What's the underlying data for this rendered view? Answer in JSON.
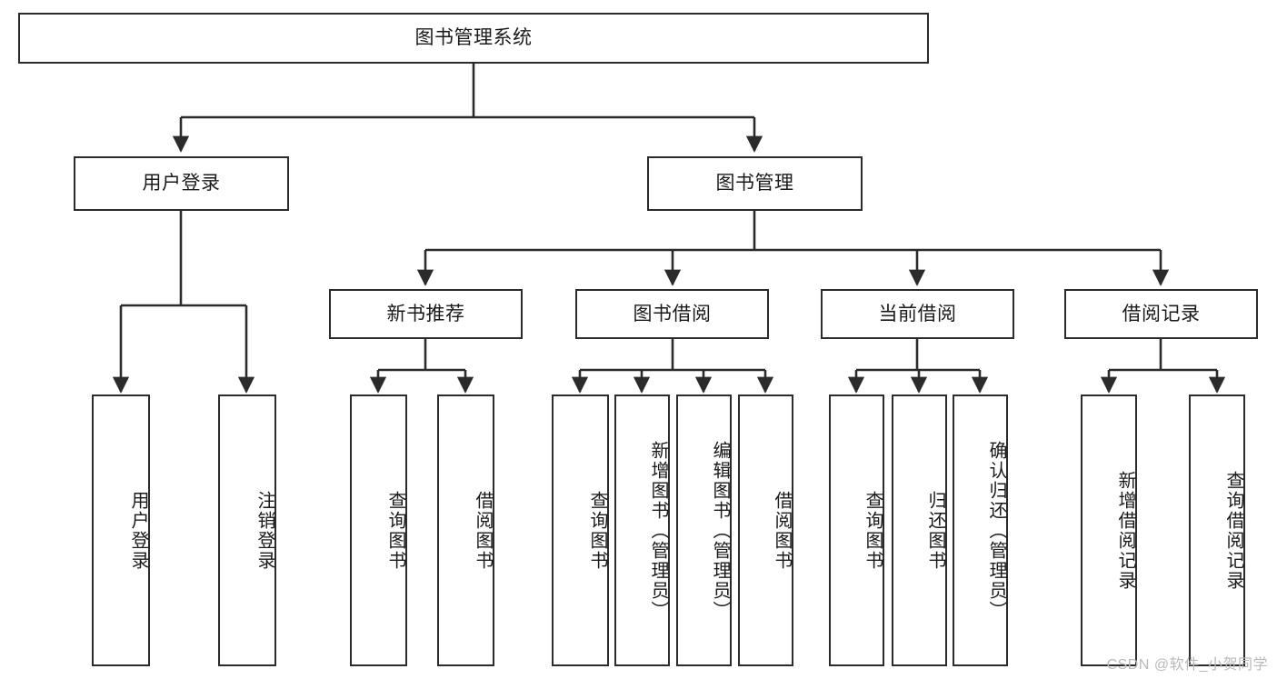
{
  "diagram": {
    "type": "tree-hierarchy-diagram",
    "title": "图书管理系统",
    "colors": {
      "box_border": "#2b2b2b",
      "box_fill": "#ffffff",
      "connector": "#2b2b2b",
      "text": "#1a1a1a",
      "watermark": "#b9b9b9",
      "background": "#ffffff"
    },
    "nodes": {
      "root": {
        "label": "图书管理系统",
        "level": 1,
        "orientation": "horizontal"
      },
      "level2": [
        {
          "id": "user-login",
          "label": "用户登录",
          "orientation": "horizontal"
        },
        {
          "id": "book-management",
          "label": "图书管理",
          "orientation": "horizontal"
        }
      ],
      "level3": [
        {
          "id": "new-book-recommend",
          "label": "新书推荐",
          "orientation": "horizontal",
          "parent": "book-management"
        },
        {
          "id": "book-borrow",
          "label": "图书借阅",
          "orientation": "horizontal",
          "parent": "book-management"
        },
        {
          "id": "current-borrow",
          "label": "当前借阅",
          "orientation": "horizontal",
          "parent": "book-management"
        },
        {
          "id": "borrow-record",
          "label": "借阅记录",
          "orientation": "horizontal",
          "parent": "book-management"
        }
      ],
      "leaves": [
        {
          "id": "leaf-user-login",
          "label": "用户登录",
          "parent": "user-login"
        },
        {
          "id": "leaf-logout",
          "label": "注销登录",
          "parent": "user-login"
        },
        {
          "id": "leaf-query-book-1",
          "label": "查询图书",
          "parent": "new-book-recommend"
        },
        {
          "id": "leaf-borrow-book-1",
          "label": "借阅图书",
          "parent": "new-book-recommend"
        },
        {
          "id": "leaf-query-book-2",
          "label": "查询图书",
          "parent": "book-borrow"
        },
        {
          "id": "leaf-add-book",
          "label": "新增图书（管理员）",
          "parent": "book-borrow"
        },
        {
          "id": "leaf-edit-book",
          "label": "编辑图书（管理员）",
          "parent": "book-borrow"
        },
        {
          "id": "leaf-borrow-book-2",
          "label": "借阅图书",
          "parent": "book-borrow"
        },
        {
          "id": "leaf-query-book-3",
          "label": "查询图书",
          "parent": "current-borrow"
        },
        {
          "id": "leaf-return-book",
          "label": "归还图书",
          "parent": "current-borrow"
        },
        {
          "id": "leaf-confirm-return",
          "label": "确认归还（管理员）",
          "parent": "current-borrow"
        },
        {
          "id": "leaf-add-borrow-record",
          "label": "新增借阅记录",
          "parent": "borrow-record"
        },
        {
          "id": "leaf-query-borrow-record",
          "label": "查询借阅记录",
          "parent": "borrow-record"
        }
      ]
    },
    "watermark": "CSDN @软件_小贺同学"
  }
}
